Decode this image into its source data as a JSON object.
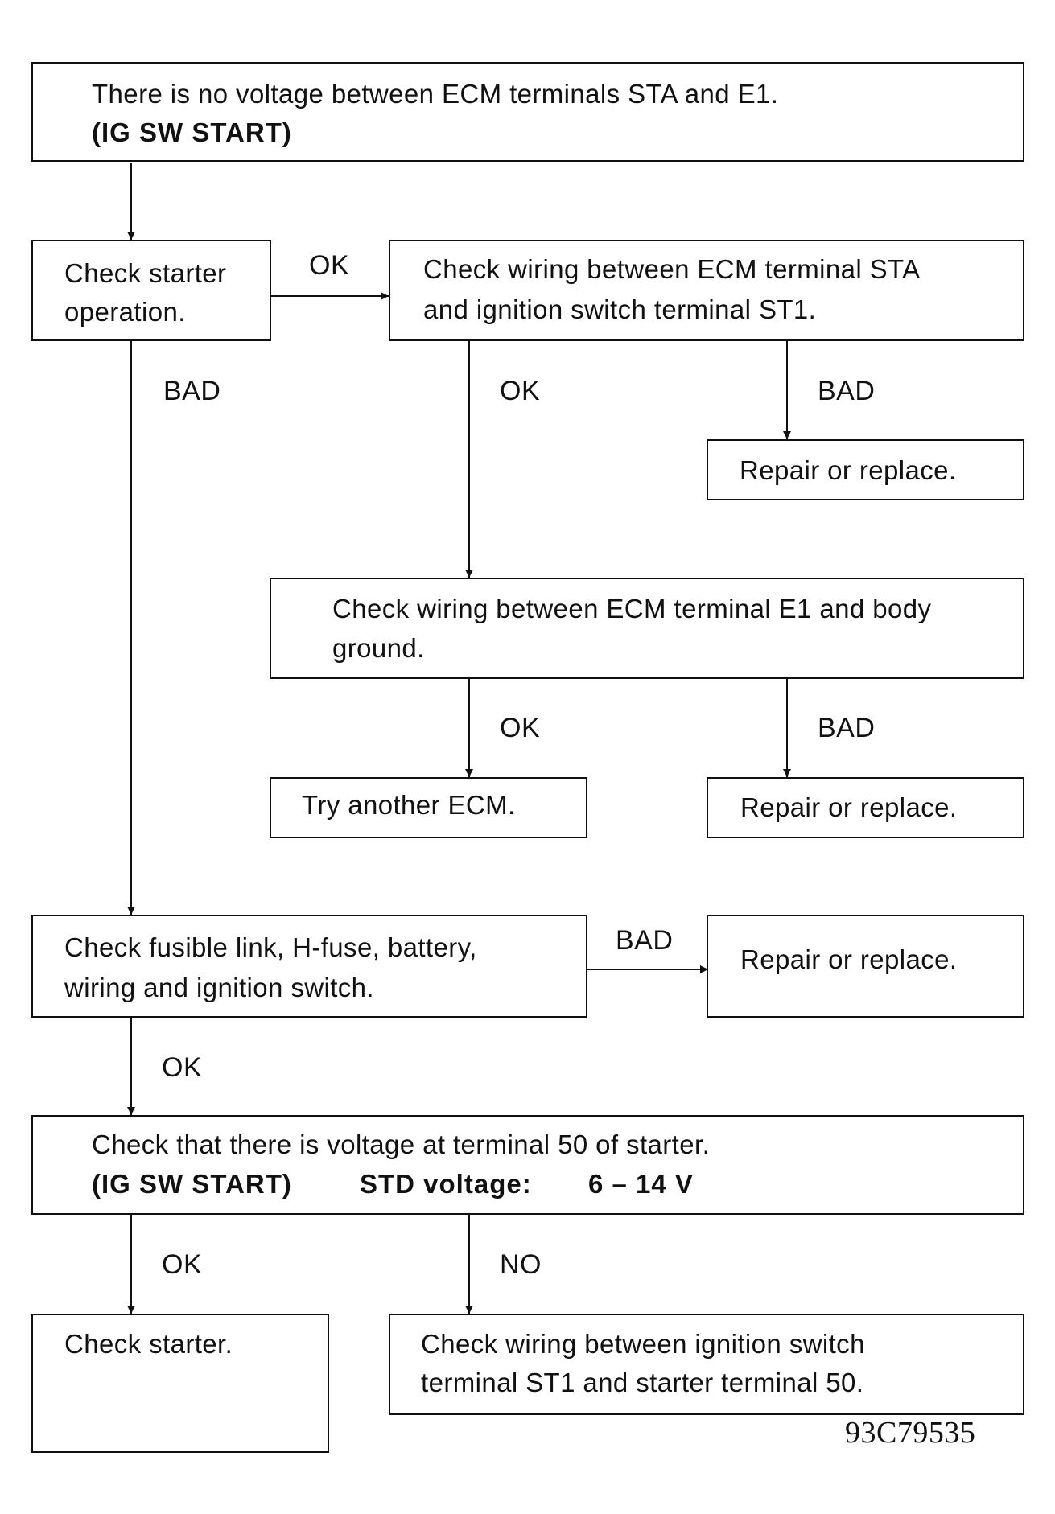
{
  "boxes": {
    "start": {
      "line1": "There is no voltage between ECM terminals STA and E1.",
      "line2": "(IG SW START)"
    },
    "starter_op": {
      "line1": "Check starter",
      "line2": "operation."
    },
    "wiring_sta": {
      "line1": "Check wiring between ECM terminal STA",
      "line2": "and ignition switch terminal ST1."
    },
    "repair_1": {
      "text": "Repair or replace."
    },
    "wiring_e1": {
      "line1": "Check wiring between ECM terminal E1 and body",
      "line2": "ground."
    },
    "try_ecm": {
      "text": "Try another ECM."
    },
    "repair_2": {
      "text": "Repair or replace."
    },
    "fusible": {
      "line1": "Check fusible link, H-fuse, battery,",
      "line2": "wiring and ignition switch."
    },
    "repair_3": {
      "text": "Repair or replace."
    },
    "voltage_check": {
      "line1": "Check that there is voltage at terminal 50 of starter.",
      "line2_a": "(IG SW START)",
      "line2_b": "STD voltage:",
      "line2_c": "6 – 14 V"
    },
    "check_starter": {
      "text": "Check starter."
    },
    "wiring_st1": {
      "line1": "Check wiring between ignition switch",
      "line2": "terminal ST1 and starter terminal 50."
    }
  },
  "labels": {
    "ok_1": "OK",
    "bad_1": "BAD",
    "ok_2": "OK",
    "bad_2": "BAD",
    "ok_3": "OK",
    "bad_3": "BAD",
    "bad_4": "BAD",
    "ok_4": "OK",
    "ok_5": "OK",
    "no_1": "NO"
  },
  "figure_code": "93C79535"
}
